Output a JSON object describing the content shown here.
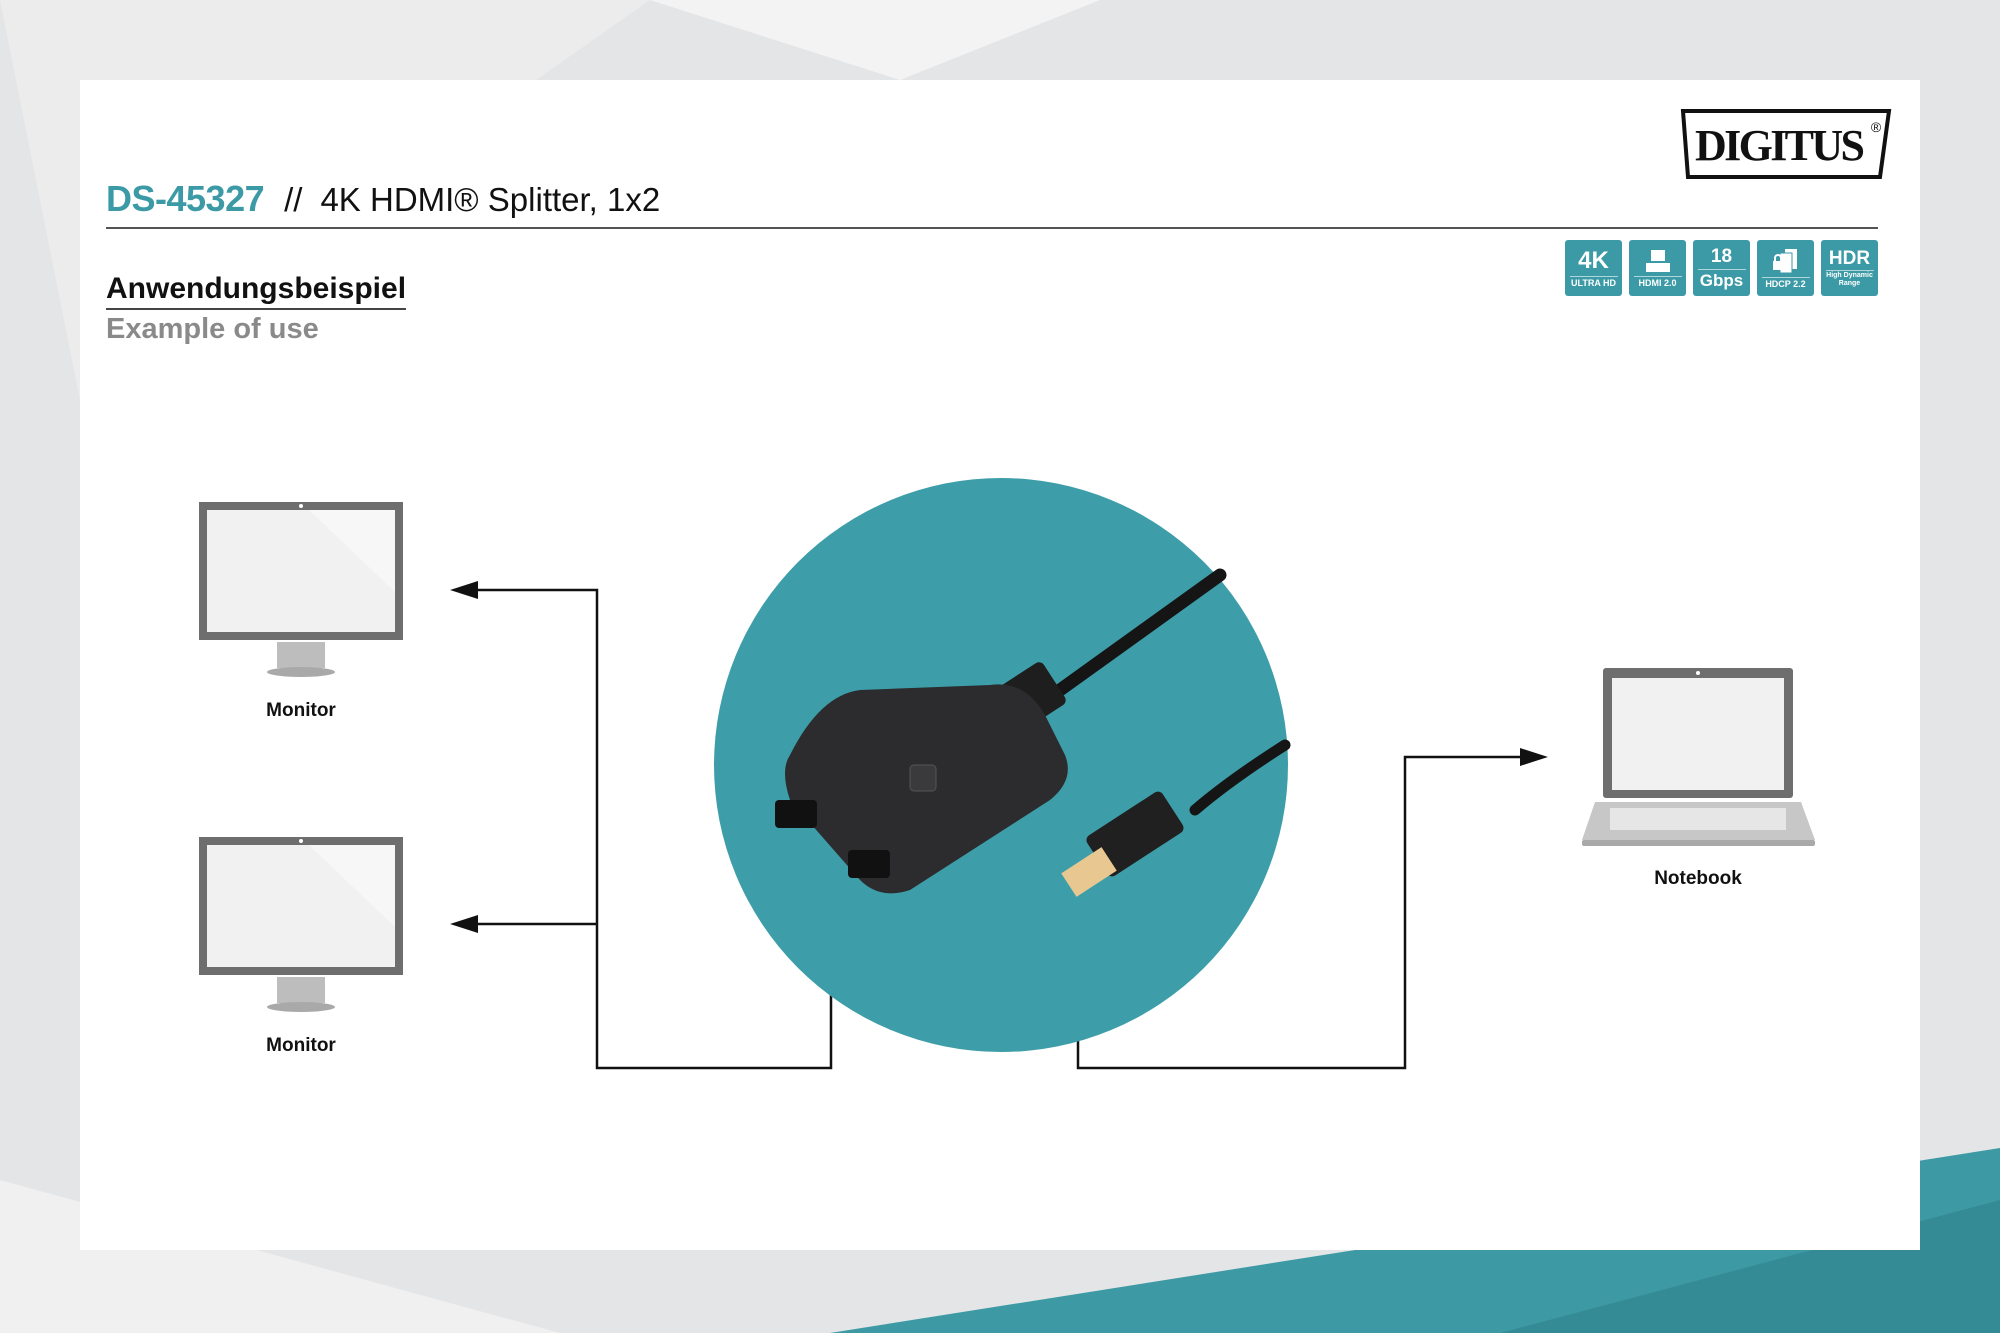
{
  "header": {
    "product_code": "DS-45327",
    "separator": "//",
    "product_name": "4K HDMI® Splitter, 1x2",
    "brand": "DIGITUS",
    "brand_mark": "®"
  },
  "badges": [
    {
      "main": "4K",
      "sub": "ULTRA HD"
    },
    {
      "main": "",
      "sub": "HDMI 2.0"
    },
    {
      "main": "18",
      "sub": "Gbps"
    },
    {
      "main": "",
      "sub": "HDCP 2.2"
    },
    {
      "main": "HDR",
      "sub": "High Dynamic Range"
    }
  ],
  "section": {
    "title_de": "Anwendungsbeispiel",
    "title_en": "Example of use"
  },
  "diagram": {
    "devices": {
      "monitor_top": "Monitor",
      "monitor_bottom": "Monitor",
      "notebook": "Notebook"
    }
  },
  "colors": {
    "accent": "#3b9aa6"
  }
}
